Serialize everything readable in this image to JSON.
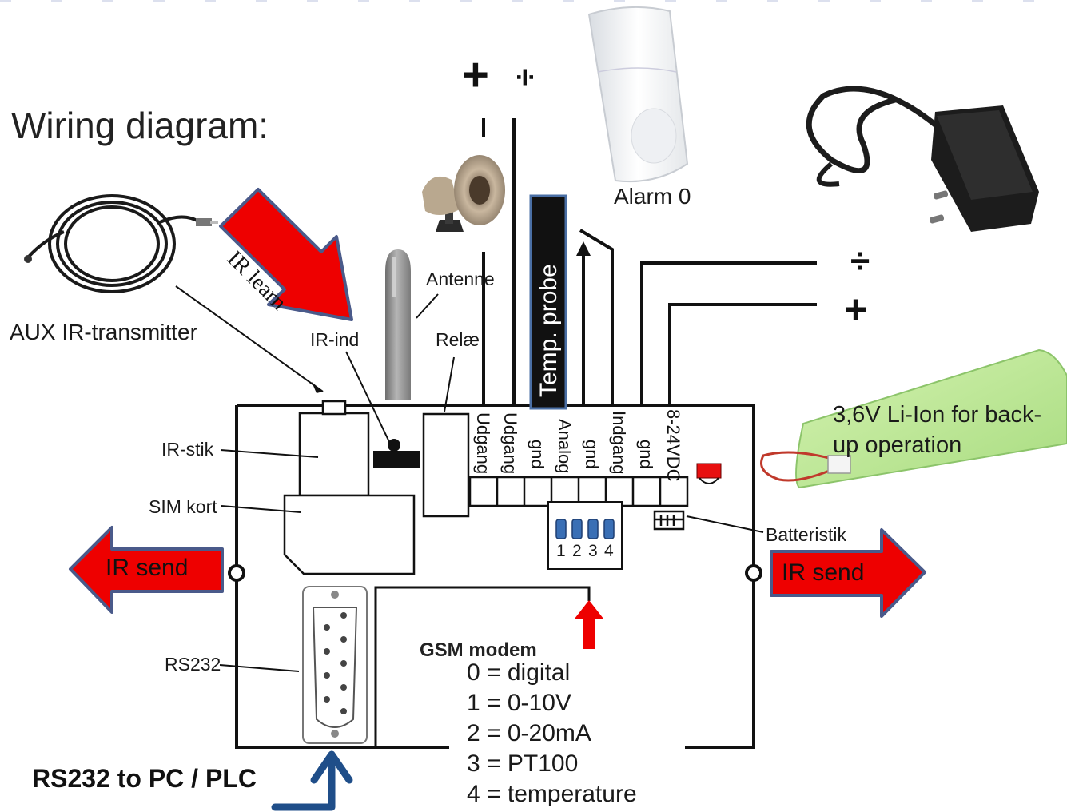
{
  "title": "Wiring diagram:",
  "devices": {
    "aux_ir": "AUX IR-transmitter",
    "alarm": "Alarm 0",
    "battery": "3,6V Li-Ion for back-up operation",
    "battery_line1": "3,6V Li-Ion for back-",
    "battery_line2": "up operation",
    "temp_probe": "Temp. probe"
  },
  "arrows": {
    "ir_learn": "IR learn",
    "ir_send_left": "IR send",
    "ir_send_right": "IR send"
  },
  "power_symbols": {
    "top_plus": "+",
    "top_minus": "÷",
    "right_minus": "÷",
    "right_plus": "+"
  },
  "board_labels": {
    "ir_ind": "IR-ind",
    "antenne": "Antenne",
    "relae": "Relæ",
    "ir_stik": "IR-stik",
    "sim_kort": "SIM kort",
    "rs232": "RS232",
    "batteristik": "Batteristik",
    "gsm_modem": "GSM modem"
  },
  "terminals": [
    "Udgang",
    "Udgang",
    "gnd",
    "Analog",
    "gnd",
    "Indgang",
    "gnd",
    "8-24VDC"
  ],
  "dip_numbers": [
    "1",
    "2",
    "3",
    "4"
  ],
  "legend": [
    "0 = digital",
    "1 = 0-10V",
    "2 = 0-20mA",
    "3 = PT100",
    "4 = temperature"
  ],
  "footer": "RS232 to PC / PLC",
  "colors": {
    "arrow_red": "#ee0000",
    "arrow_border": "#4a5a8a",
    "dip_blue": "#3a6fb5",
    "rs232_arrow": "#1f4e89",
    "battery_green": "#bfe89a"
  }
}
